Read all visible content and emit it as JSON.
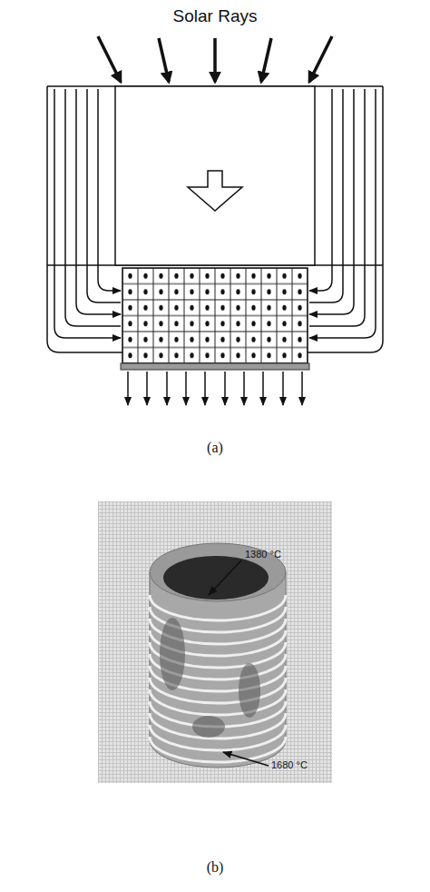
{
  "diagram": {
    "labels": [
      "Solar Rays",
      "(a)",
      "1380 °C",
      "1680 °C",
      "(b)"
    ]
  }
}
